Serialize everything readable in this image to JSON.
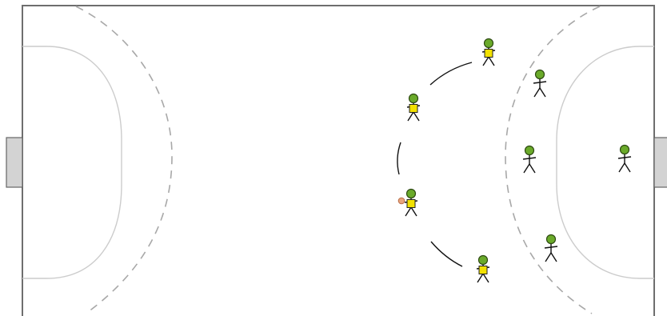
{
  "court": {
    "floor_color": "#ffffff",
    "border_color": "#6e6e6e",
    "area_line_color": "#cccccc",
    "free_throw_line_color": "#a8a8a8",
    "goal_fill": "#d3d3d3",
    "goal_stroke": "#666666",
    "goals": [
      "left-goal",
      "right-goal"
    ]
  },
  "players": {
    "head_fill": "#6aaa2a",
    "head_stroke": "#2e4a12",
    "body_stroke": "#111111",
    "attacker_bib": "#f2e100",
    "attackers": [
      "attacker-top",
      "attacker-upper-left",
      "attacker-with-ball",
      "attacker-bottom"
    ],
    "defenders": [
      "defender-upper",
      "defender-middle",
      "defender-goalkeeper",
      "defender-lower"
    ]
  },
  "ball": {
    "fill": "#e8a57e",
    "stroke": "#b86a45",
    "holder": "attacker-with-ball"
  },
  "movement": {
    "path_color": "#111111",
    "style": "circulation arcs between attackers"
  }
}
